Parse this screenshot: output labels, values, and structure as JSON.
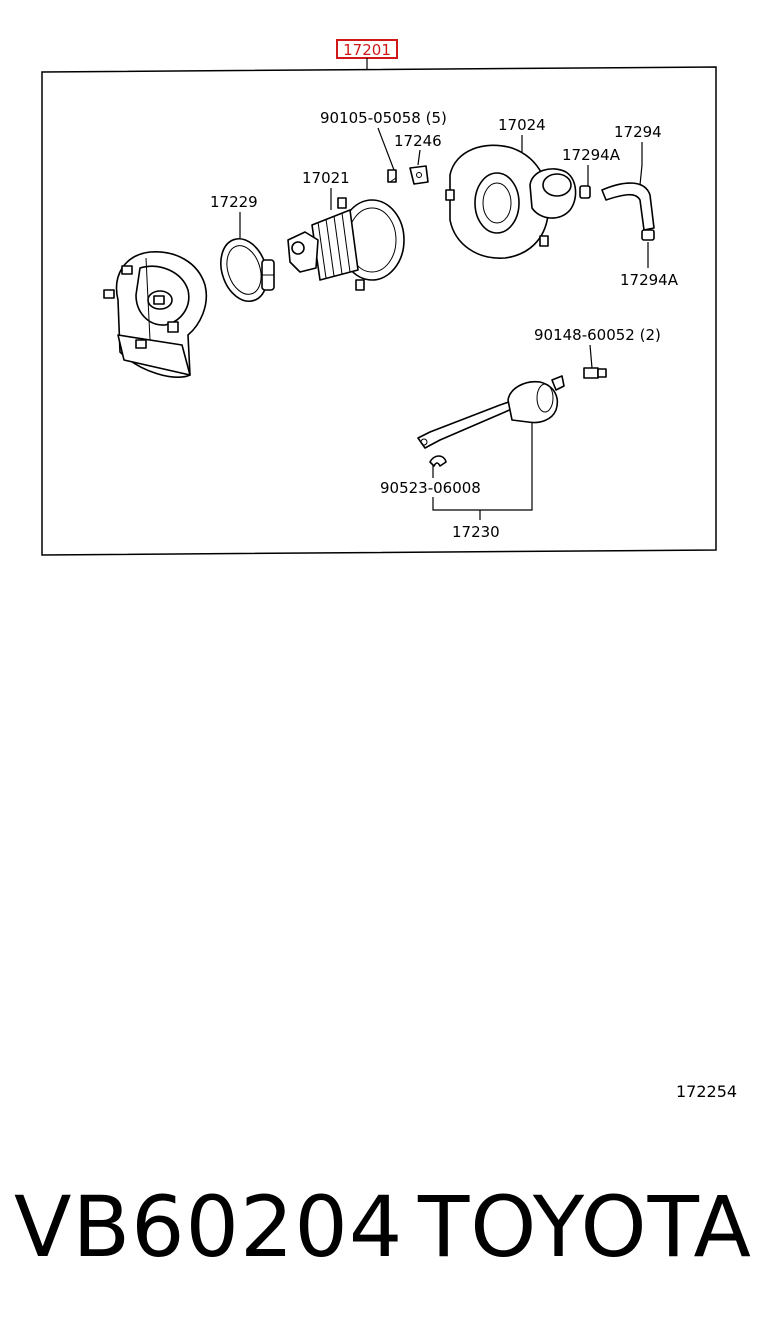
{
  "diagram": {
    "assembly_label": "17201",
    "highlight_color": "#d01818",
    "parts": {
      "p90105": "90105-05058 (5)",
      "p17246": "17246",
      "p17024": "17024",
      "p17294": "17294",
      "p17294a_top": "17294A",
      "p17021": "17021",
      "p17229": "17229",
      "p17294a_bottom": "17294A",
      "p90148": "90148-60052 (2)",
      "p90523": "90523-06008",
      "p17230": "17230"
    },
    "figure_number": "172254"
  },
  "footer": {
    "part_code": "VB60204",
    "brand": "TOYOTA"
  }
}
